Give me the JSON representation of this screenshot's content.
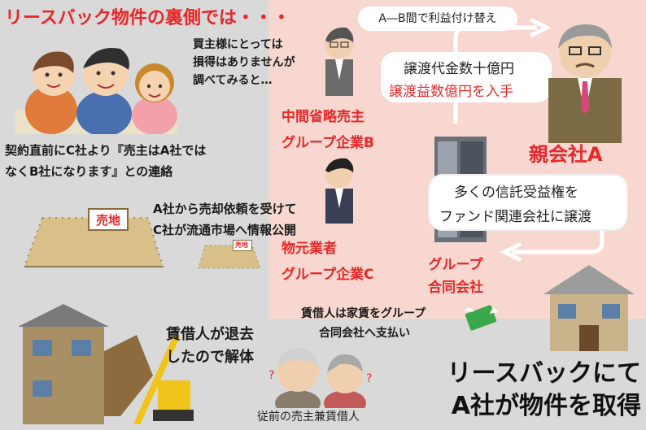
{
  "header": {
    "title": "リースバック物件の裏側では・・・"
  },
  "buyer": {
    "lines": [
      "買主様にとっては",
      "損得はありませんが",
      "調べてみると…"
    ]
  },
  "contract_notice": {
    "lines": [
      "契約直前にC社より『売主はA社では",
      "なくB社になります』との連絡"
    ]
  },
  "sale_request": {
    "lines": [
      "A社から売却依頼を受けて",
      "C社が流通市場へ情報公開"
    ]
  },
  "land_sign": {
    "big": "売地",
    "small": "売地"
  },
  "group_b": {
    "lines": [
      "中間省略売主",
      "グループ企業B"
    ]
  },
  "group_c": {
    "lines": [
      "物元業者",
      "グループ企業C"
    ]
  },
  "group_llc": {
    "lines": [
      "グループ",
      "合同会社"
    ]
  },
  "parent": {
    "label": "親会社A"
  },
  "ab_profit": {
    "text": "A―B間で利益付け替え"
  },
  "transfer": {
    "line1": "譲渡代金数十億円",
    "line2": "譲渡益数億円を入手"
  },
  "trust": {
    "lines": [
      "多くの信託受益権を",
      "ファンド関連会社に譲渡"
    ]
  },
  "tenant_pay": {
    "lines": [
      "賃借人は家賃をグループ",
      "合同会社へ支払い"
    ]
  },
  "demolish": {
    "lines": [
      "賃借人が退去",
      "したので解体"
    ]
  },
  "former_owner": {
    "label": "従前の売主兼賃借人"
  },
  "leaseback": {
    "lines": [
      "リースバックにて",
      "A社が物件を取得"
    ]
  },
  "colors": {
    "accent_red": "#e6282a",
    "pink_panel": "#f7d7cf",
    "background": "#d9d9d9"
  }
}
